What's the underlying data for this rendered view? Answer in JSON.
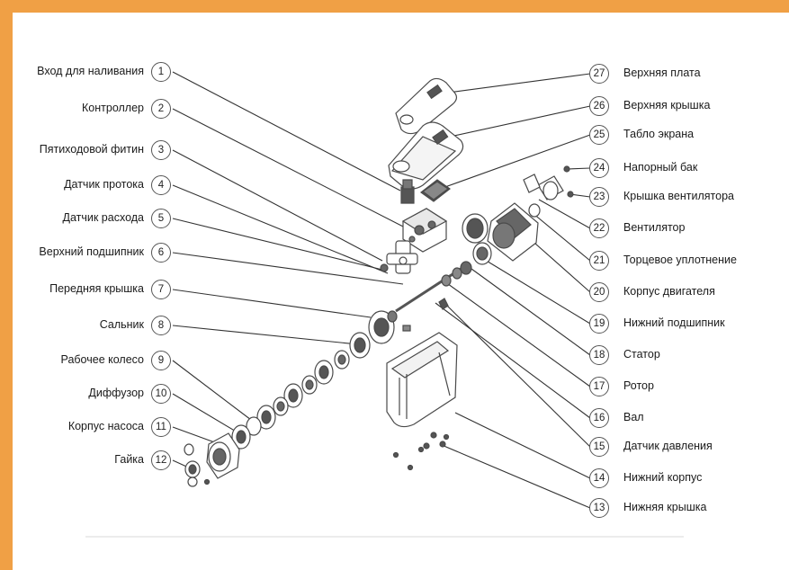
{
  "colors": {
    "frame": "#f0a045",
    "line": "#333333",
    "part": "#4a4a4a"
  },
  "left_labels": [
    {
      "num": "1",
      "text": "Вход для наливания"
    },
    {
      "num": "2",
      "text": "Контроллер"
    },
    {
      "num": "3",
      "text": "Пятиходовой фитин"
    },
    {
      "num": "4",
      "text": "Датчик протока"
    },
    {
      "num": "5",
      "text": "Датчик расхода"
    },
    {
      "num": "6",
      "text": "Верхний подшипник"
    },
    {
      "num": "7",
      "text": "Передняя крышка"
    },
    {
      "num": "8",
      "text": "Сальник"
    },
    {
      "num": "9",
      "text": "Рабочее колесо"
    },
    {
      "num": "10",
      "text": "Диффузор"
    },
    {
      "num": "11",
      "text": "Корпус насоса"
    },
    {
      "num": "12",
      "text": "Гайка"
    }
  ],
  "right_labels": [
    {
      "num": "27",
      "text": "Верхняя плата"
    },
    {
      "num": "26",
      "text": "Верхняя крышка"
    },
    {
      "num": "25",
      "text": "Табло экрана"
    },
    {
      "num": "24",
      "text": "Напорный бак"
    },
    {
      "num": "23",
      "text": "Крышка вентилятора"
    },
    {
      "num": "22",
      "text": "Вентилятор"
    },
    {
      "num": "21",
      "text": "Торцевое уплотнение"
    },
    {
      "num": "20",
      "text": "Корпус двигателя"
    },
    {
      "num": "19",
      "text": "Нижний подшипник"
    },
    {
      "num": "18",
      "text": "Статор"
    },
    {
      "num": "17",
      "text": "Ротор"
    },
    {
      "num": "16",
      "text": "Вал"
    },
    {
      "num": "15",
      "text": "Датчик давления"
    },
    {
      "num": "14",
      "text": "Нижний корпус"
    },
    {
      "num": "13",
      "text": "Нижняя крышка"
    }
  ]
}
